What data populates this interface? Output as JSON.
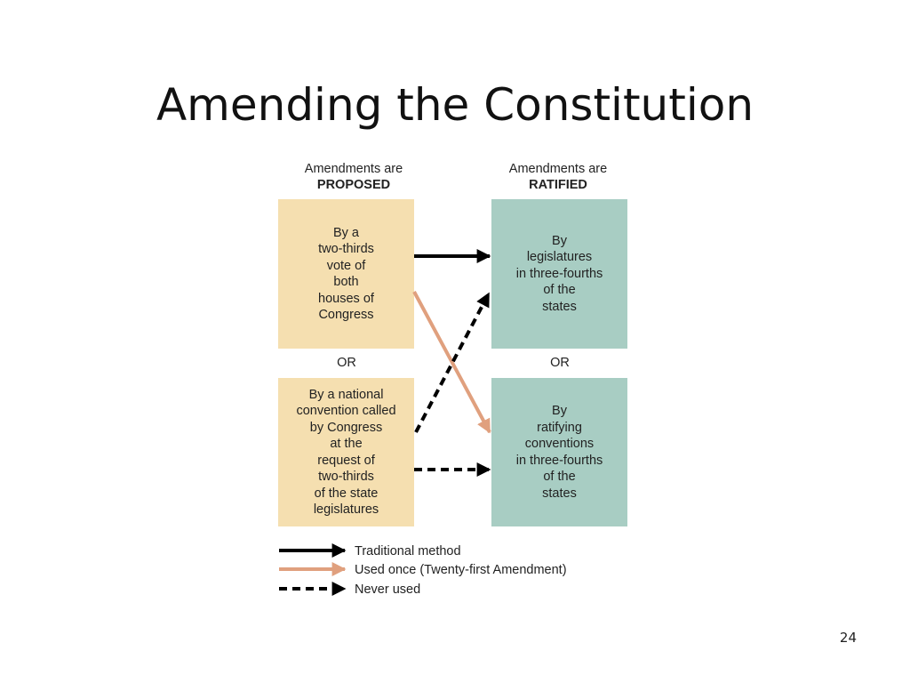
{
  "title": "Amending the Constitution",
  "columns": {
    "proposed": {
      "prefix": "Amendments are",
      "keyword": "PROPOSED"
    },
    "ratified": {
      "prefix": "Amendments are",
      "keyword": "RATIFIED"
    }
  },
  "boxes": {
    "proposed_congress": "By a\ntwo-thirds\nvote of\nboth\nhouses of\nCongress",
    "proposed_convention": "By a national\nconvention called\nby Congress\nat the\nrequest of\ntwo-thirds\nof the state\nlegislatures",
    "ratified_legislatures": "By\nlegislatures\nin three-fourths\nof the\nstates",
    "ratified_conventions": "By\nratifying\nconventions\nin three-fourths\nof the\nstates"
  },
  "or_labels": {
    "left": "OR",
    "right": "OR"
  },
  "legend": {
    "traditional": "Traditional method",
    "used_once": "Used once (Twenty-first Amendment)",
    "never_used": "Never used"
  },
  "colors": {
    "proposed_box": "#f5dfb0",
    "ratified_box": "#a8cdc3",
    "traditional_arrow": "#000000",
    "used_once_arrow": "#e0a07e",
    "never_used_arrow": "#000000"
  },
  "page_number": "24"
}
